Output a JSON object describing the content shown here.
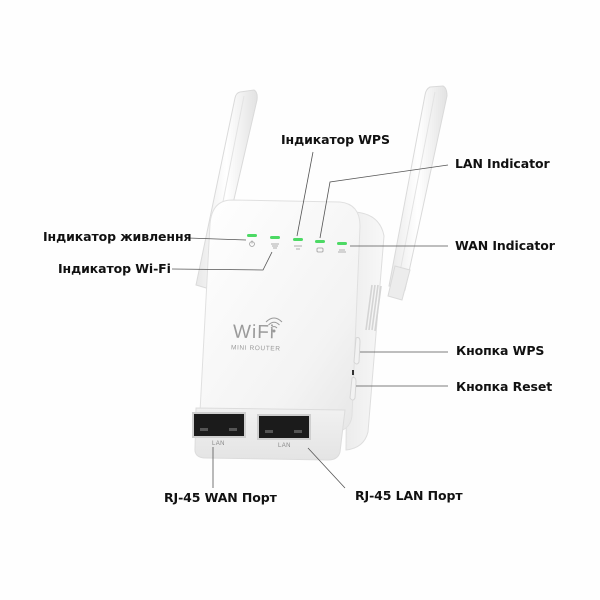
{
  "device": {
    "brand_text": "WiFi",
    "model_text": "MINI ROUTER",
    "led_color": "#4cd964",
    "port_labels": [
      "LAN",
      "LAN"
    ]
  },
  "callouts": {
    "power_indicator": "Індикатор живлення",
    "wifi_indicator": "Індикатор Wi-Fi",
    "wps_indicator": "Індикатор WPS",
    "lan_indicator": "LAN Indicator",
    "wan_indicator": "WAN Indicator",
    "wps_button": "Кнопка WPS",
    "reset_button": "Кнопка Reset",
    "wan_port": "RJ-45 WAN Порт",
    "lan_port": "RJ-45 LAN Порт"
  },
  "icons": {
    "power_led": "power-icon",
    "wifi_led": "wifi-icon",
    "wps_led": "wps-icon",
    "lan_led": "lan-icon",
    "wan_led": "wan-icon"
  }
}
